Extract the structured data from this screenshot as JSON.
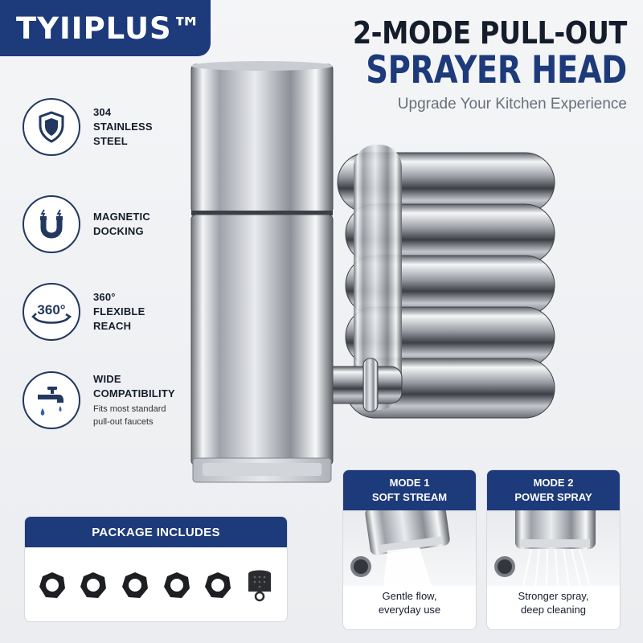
{
  "brand": {
    "name": "TYIIPLUS™"
  },
  "headline": {
    "line1": "2-MODE PULL-OUT",
    "line2": "SPRAYER HEAD",
    "tagline": "Upgrade Your Kitchen Experience"
  },
  "features": [
    {
      "icon": "shield-icon",
      "title": "304\nSTAINLESS\nSTEEL",
      "sub": ""
    },
    {
      "icon": "magnet-icon",
      "title": "MAGNETIC\nDOCKING",
      "sub": ""
    },
    {
      "icon": "rotate-360-icon",
      "icon_text": "360°",
      "title": "360°\nFLEXIBLE\nREACH",
      "sub": ""
    },
    {
      "icon": "faucet-icon",
      "title": "WIDE\nCOMPATIBILITY",
      "sub": "Fits most standard\npull-out faucets"
    }
  ],
  "package": {
    "title": "PACKAGE INCLUDES",
    "items": [
      "washer-ring",
      "washer-ring",
      "washer-ring",
      "washer-ring",
      "washer-ring",
      "filter-disc"
    ]
  },
  "modes": [
    {
      "label": "MODE 1",
      "name": "SOFT STREAM",
      "caption": "Gentle flow,\neveryday use",
      "spray": "stream"
    },
    {
      "label": "MODE 2",
      "name": "POWER SPRAY",
      "caption": "Stronger spray,\ndeep cleaning",
      "spray": "spray"
    }
  ],
  "colors": {
    "accent": "#1d3a7a",
    "dark": "#151c2c",
    "chrome": "#c9ccd1"
  }
}
